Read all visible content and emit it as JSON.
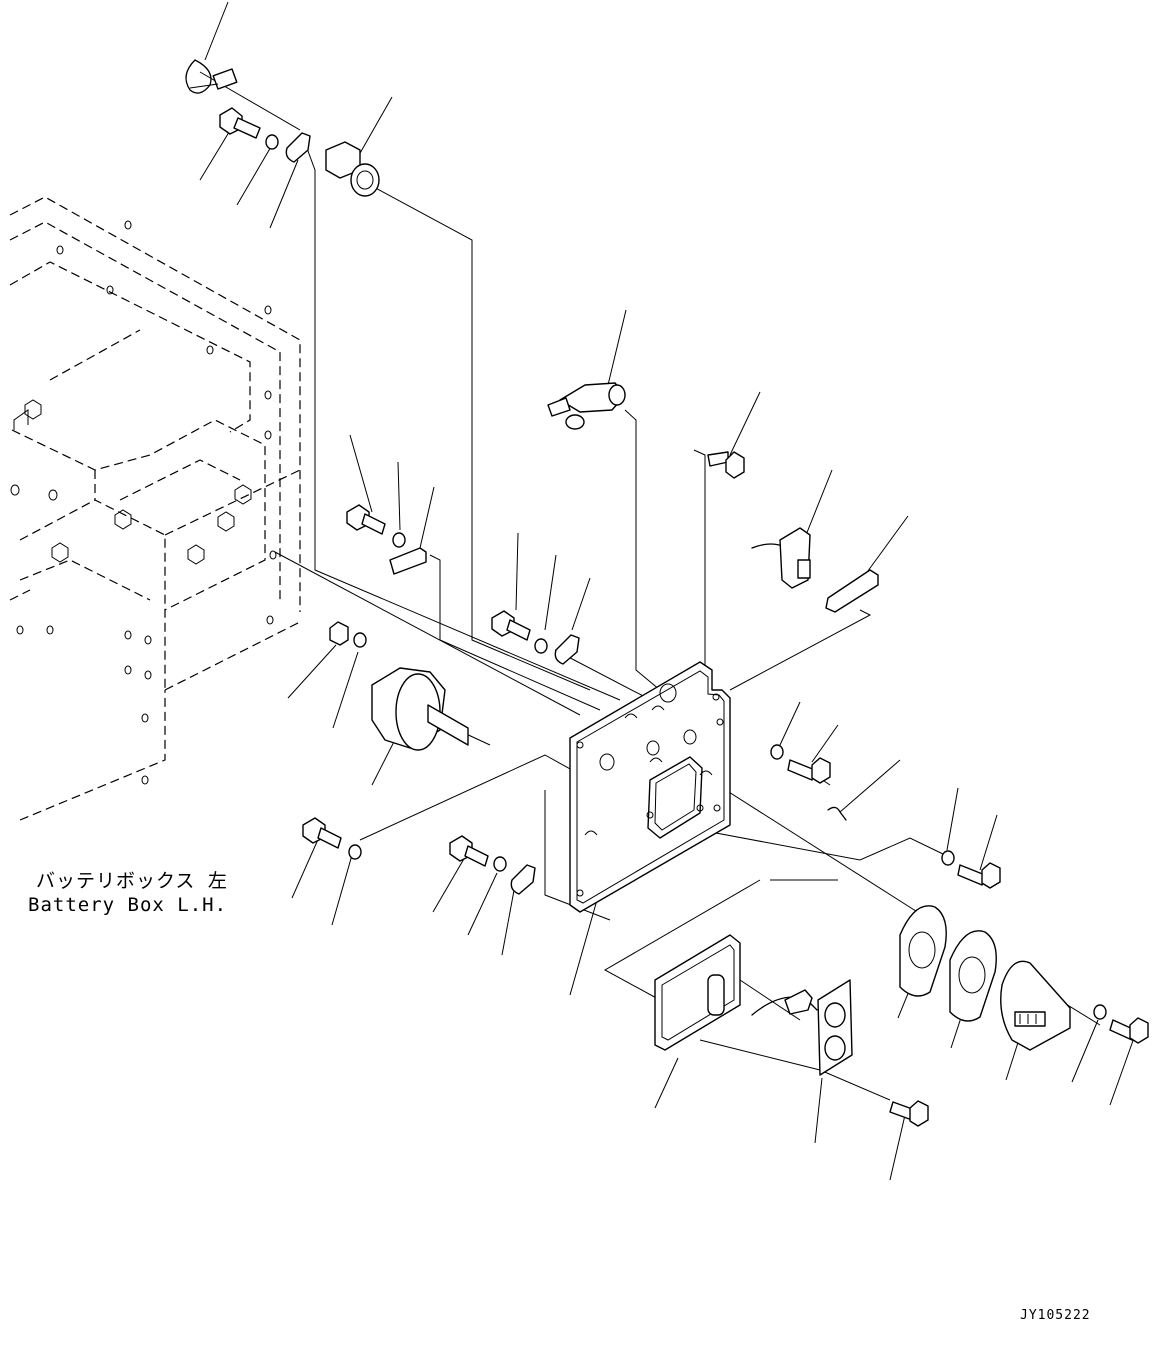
{
  "caption": {
    "jp": "バッテリボックス 左",
    "en": "Battery Box L.H."
  },
  "figure_code": "JY105222"
}
